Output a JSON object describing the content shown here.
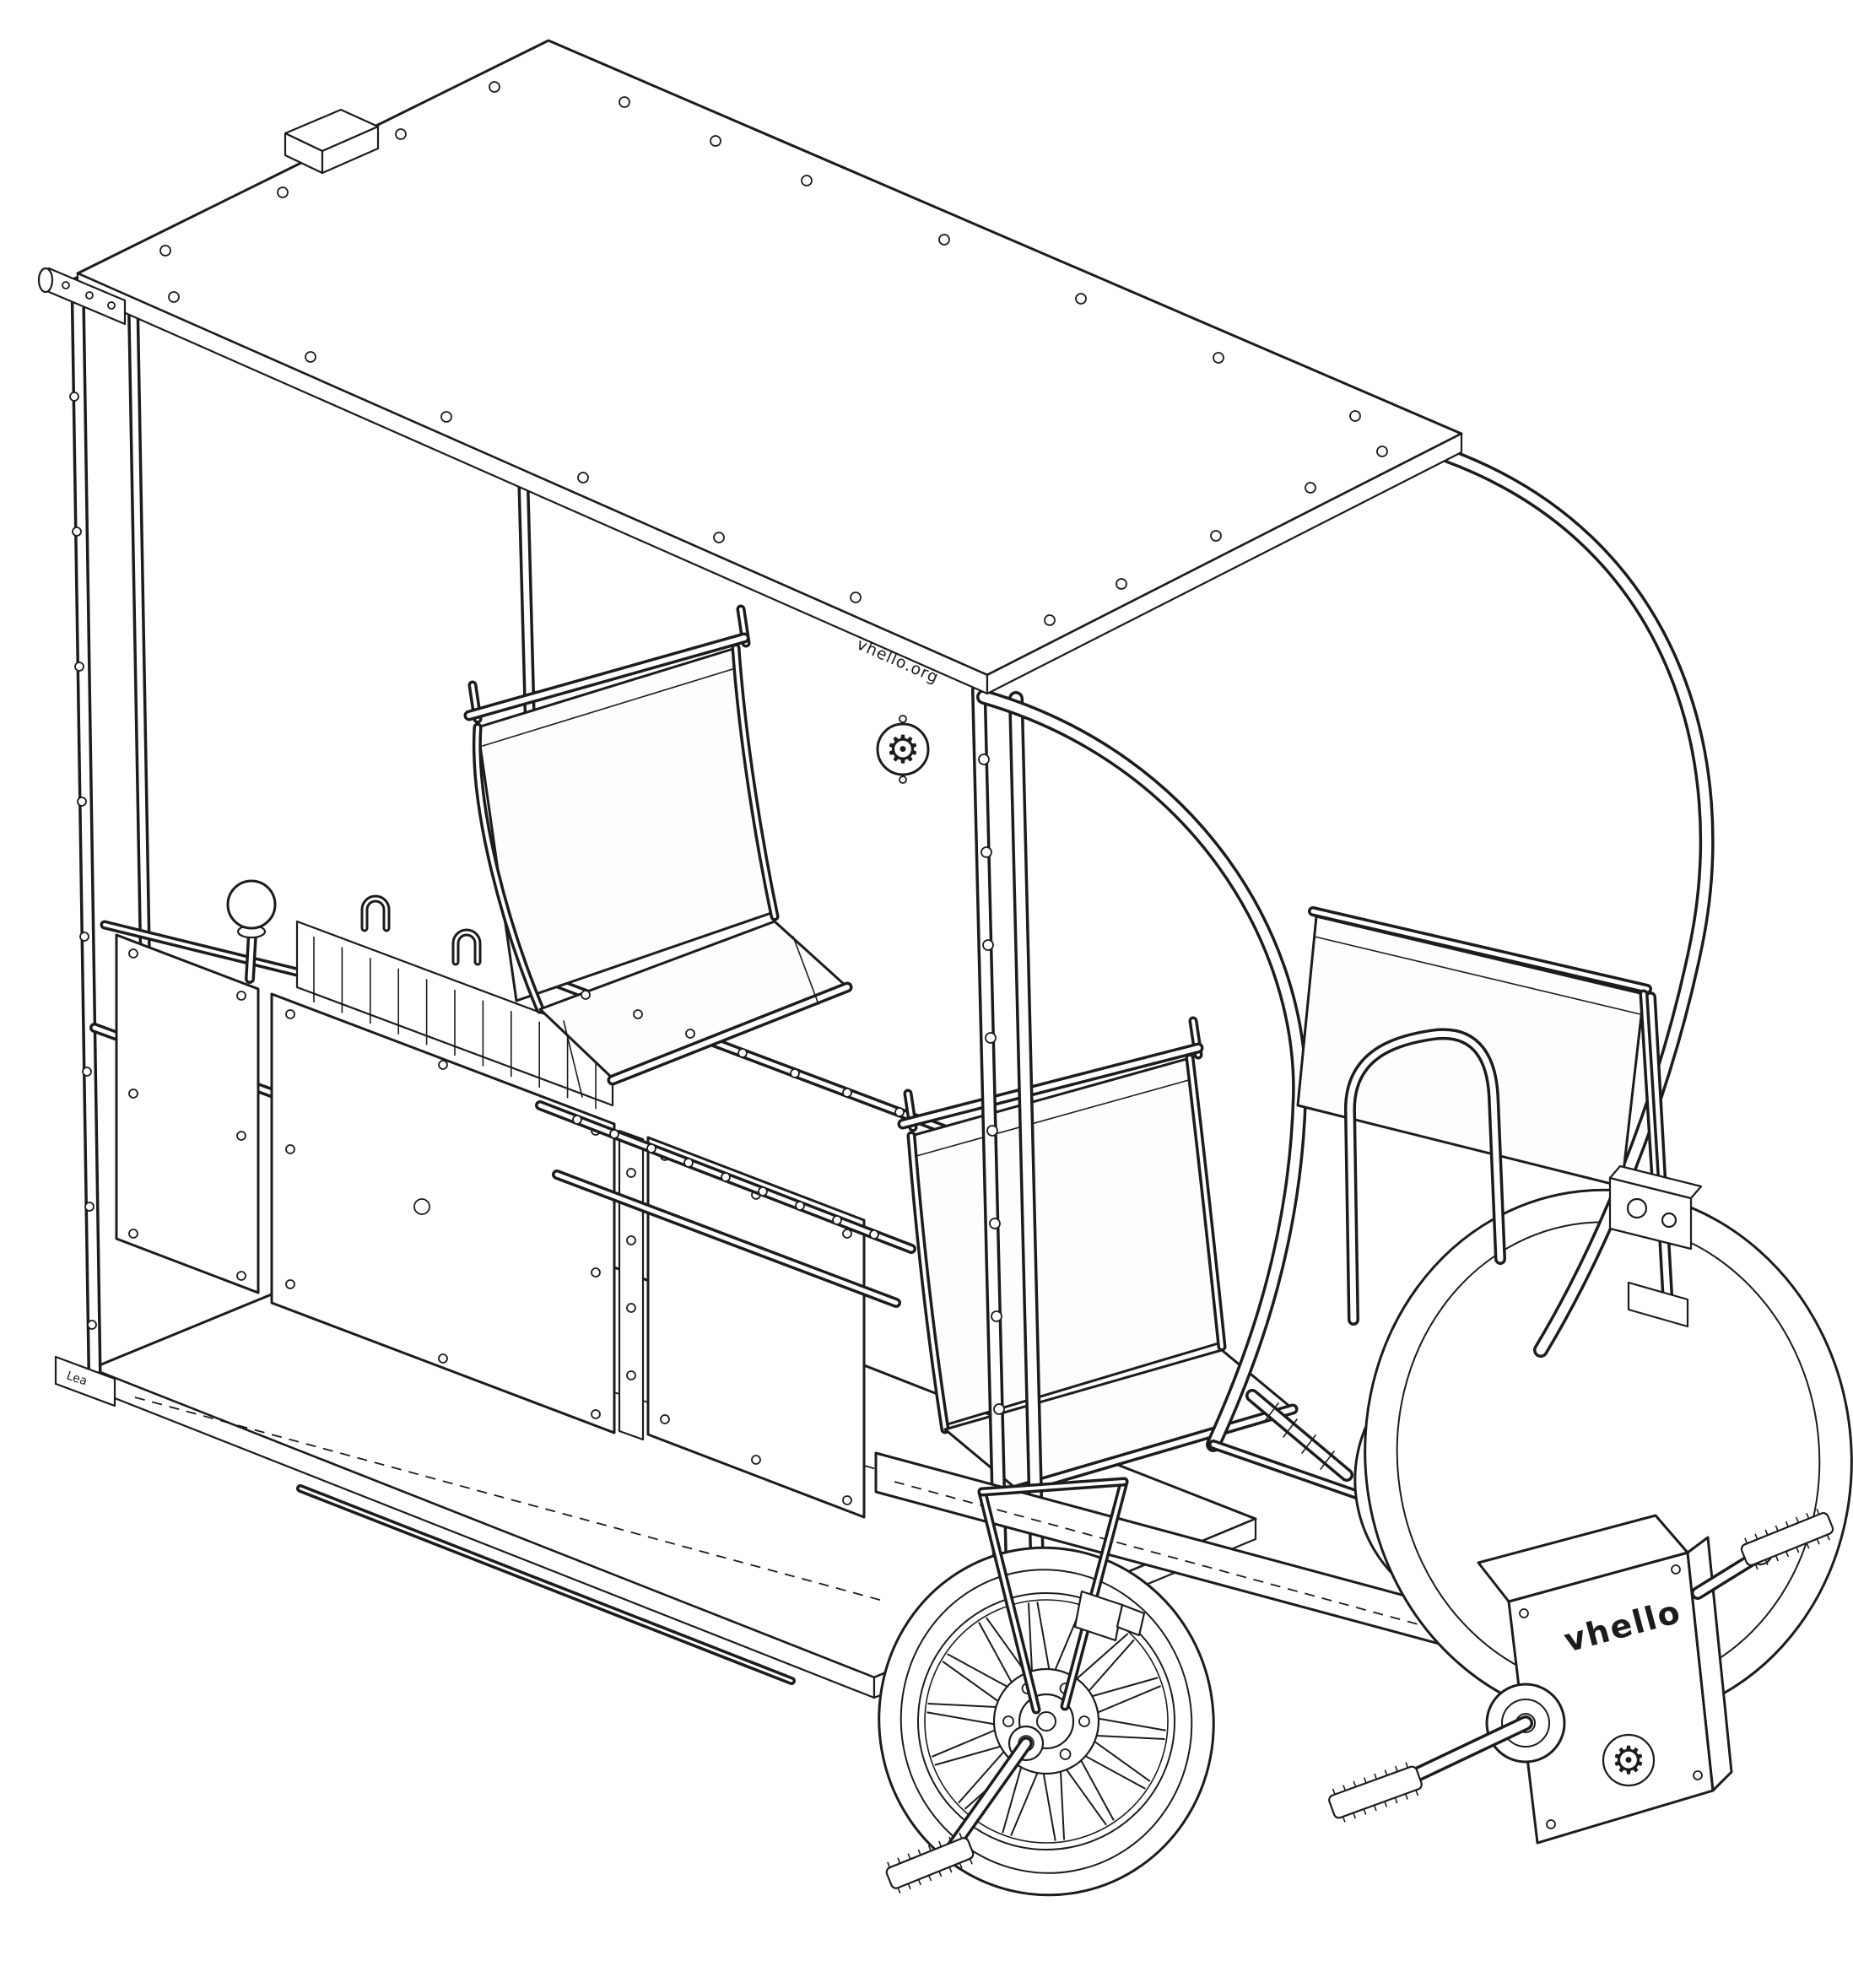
{
  "drawing": {
    "brand": "vhello",
    "roof_url": "vhello.org",
    "frame_marking": "Lea"
  },
  "icons": {
    "gear_logo": "⚙"
  },
  "colors": {
    "line": "#1c1c1c",
    "background": "#ffffff",
    "surface": "#ffffff"
  }
}
